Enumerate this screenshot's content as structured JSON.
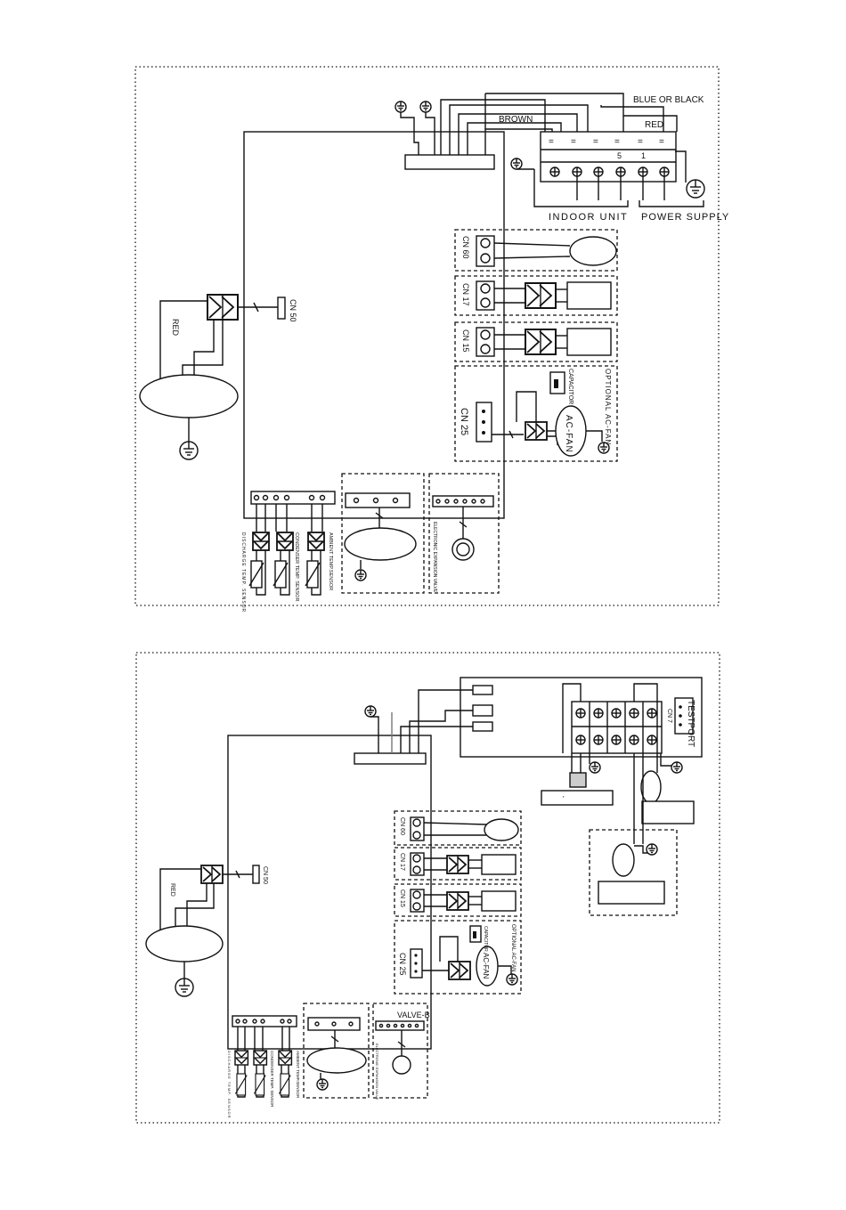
{
  "diagram1": {
    "labels": {
      "blue_or_black": "BLUE OR BLACK",
      "brown": "BROWN",
      "red_top": "RED",
      "indoor_unit": "INDOOR UNIT",
      "power_supply": "POWER SUPPLY",
      "cn60": "CN 60",
      "cn17": "CN 17",
      "cn15": "CN 15",
      "cn25": "CN 25",
      "cn50": "CN 50",
      "red_left": "RED",
      "optional_ac_fan": "OPTIONAL AC-FAN",
      "ac_fan": "AC-FAN",
      "capacitor": "CAPACITOR",
      "term_5": "5",
      "term_1": "1",
      "sensor_ambient": "AMBIENT TEMP.SENSOR",
      "sensor_condenser": "CONDENSER TEMP. SENSOR",
      "sensor_discharge": "DISCHARGE TEMP. SENSOR",
      "valve_label": "ELECTRONIC EXPANSION VALVE"
    }
  },
  "diagram2": {
    "labels": {
      "test_port": "TESTPORT",
      "cn7": "CN 7",
      "cn60": "CN 60",
      "cn17": "CN 17",
      "cn15": "CN 15",
      "cn25": "CN 25",
      "cn50": "CN 50",
      "red_left": "RED",
      "optional_ac_fan": "OPTIONAL AC-FAN",
      "ac_fan": "AC-FAN",
      "capacitor": "CAPACITOR",
      "valve_b": "VALVE-B",
      "sensor_ambient": "AMBIENT TEMP.SENSOR",
      "sensor_condenser": "CONDENSER TEMP. SENSOR",
      "sensor_discharge": "DISCHARGE TEMP. SENSOR",
      "valve_label": "ELECTRONIC EXPANSION VALVE",
      "box_dash": "'"
    }
  }
}
